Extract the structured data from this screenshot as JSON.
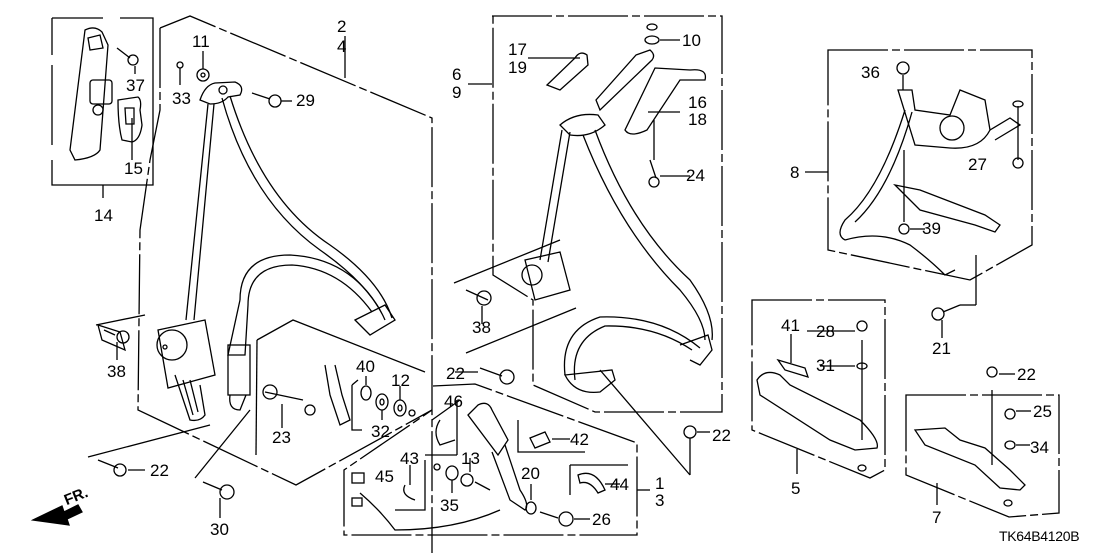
{
  "diagram": {
    "drawing_code": "TK64B4120B",
    "direction_indicator": "FR.",
    "ink_color": "#000000",
    "background_color": "#ffffff",
    "callouts": {
      "c1": "1",
      "c2": "2",
      "c3": "3",
      "c4": "4",
      "c5": "5",
      "c6": "6",
      "c7": "7",
      "c8": "8",
      "c9": "9",
      "c10": "10",
      "c11": "11",
      "c12": "12",
      "c13": "13",
      "c14": "14",
      "c15": "15",
      "c16": "16",
      "c17": "17",
      "c18": "18",
      "c19": "19",
      "c20": "20",
      "c21": "21",
      "c22a": "22",
      "c22b": "22",
      "c22c": "22",
      "c22d": "22",
      "c23": "23",
      "c24": "24",
      "c25": "25",
      "c26": "26",
      "c27": "27",
      "c28": "28",
      "c29": "29",
      "c30": "30",
      "c31": "31",
      "c32": "32",
      "c33": "33",
      "c34": "34",
      "c35": "35",
      "c36": "36",
      "c37": "37",
      "c38a": "38",
      "c38b": "38",
      "c39": "39",
      "c40": "40",
      "c41": "41",
      "c42": "42",
      "c43": "43",
      "c44": "44",
      "c45": "45",
      "c46": "46"
    }
  }
}
